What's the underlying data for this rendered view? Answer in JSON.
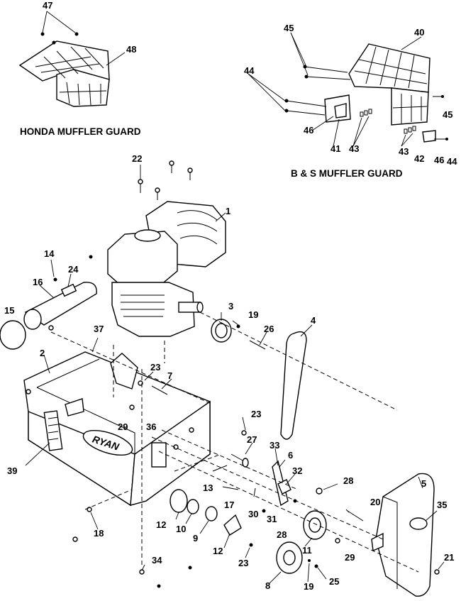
{
  "titles": {
    "honda": "HONDA MUFFLER GUARD",
    "bs": "B & S MUFFLER GUARD"
  },
  "logo_text": "RYAN",
  "callouts": [
    "47",
    "48",
    "45",
    "40",
    "44",
    "46",
    "41",
    "43",
    "45",
    "43",
    "42",
    "46",
    "44",
    "22",
    "1",
    "14",
    "24",
    "16",
    "15",
    "3",
    "19",
    "26",
    "4",
    "37",
    "2",
    "23",
    "7",
    "29",
    "36",
    "23",
    "27",
    "33",
    "6",
    "32",
    "39",
    "13",
    "17",
    "30",
    "31",
    "28",
    "5",
    "20",
    "35",
    "12",
    "10",
    "9",
    "28",
    "11",
    "29",
    "12",
    "23",
    "18",
    "34",
    "8",
    "19",
    "25",
    "21"
  ]
}
